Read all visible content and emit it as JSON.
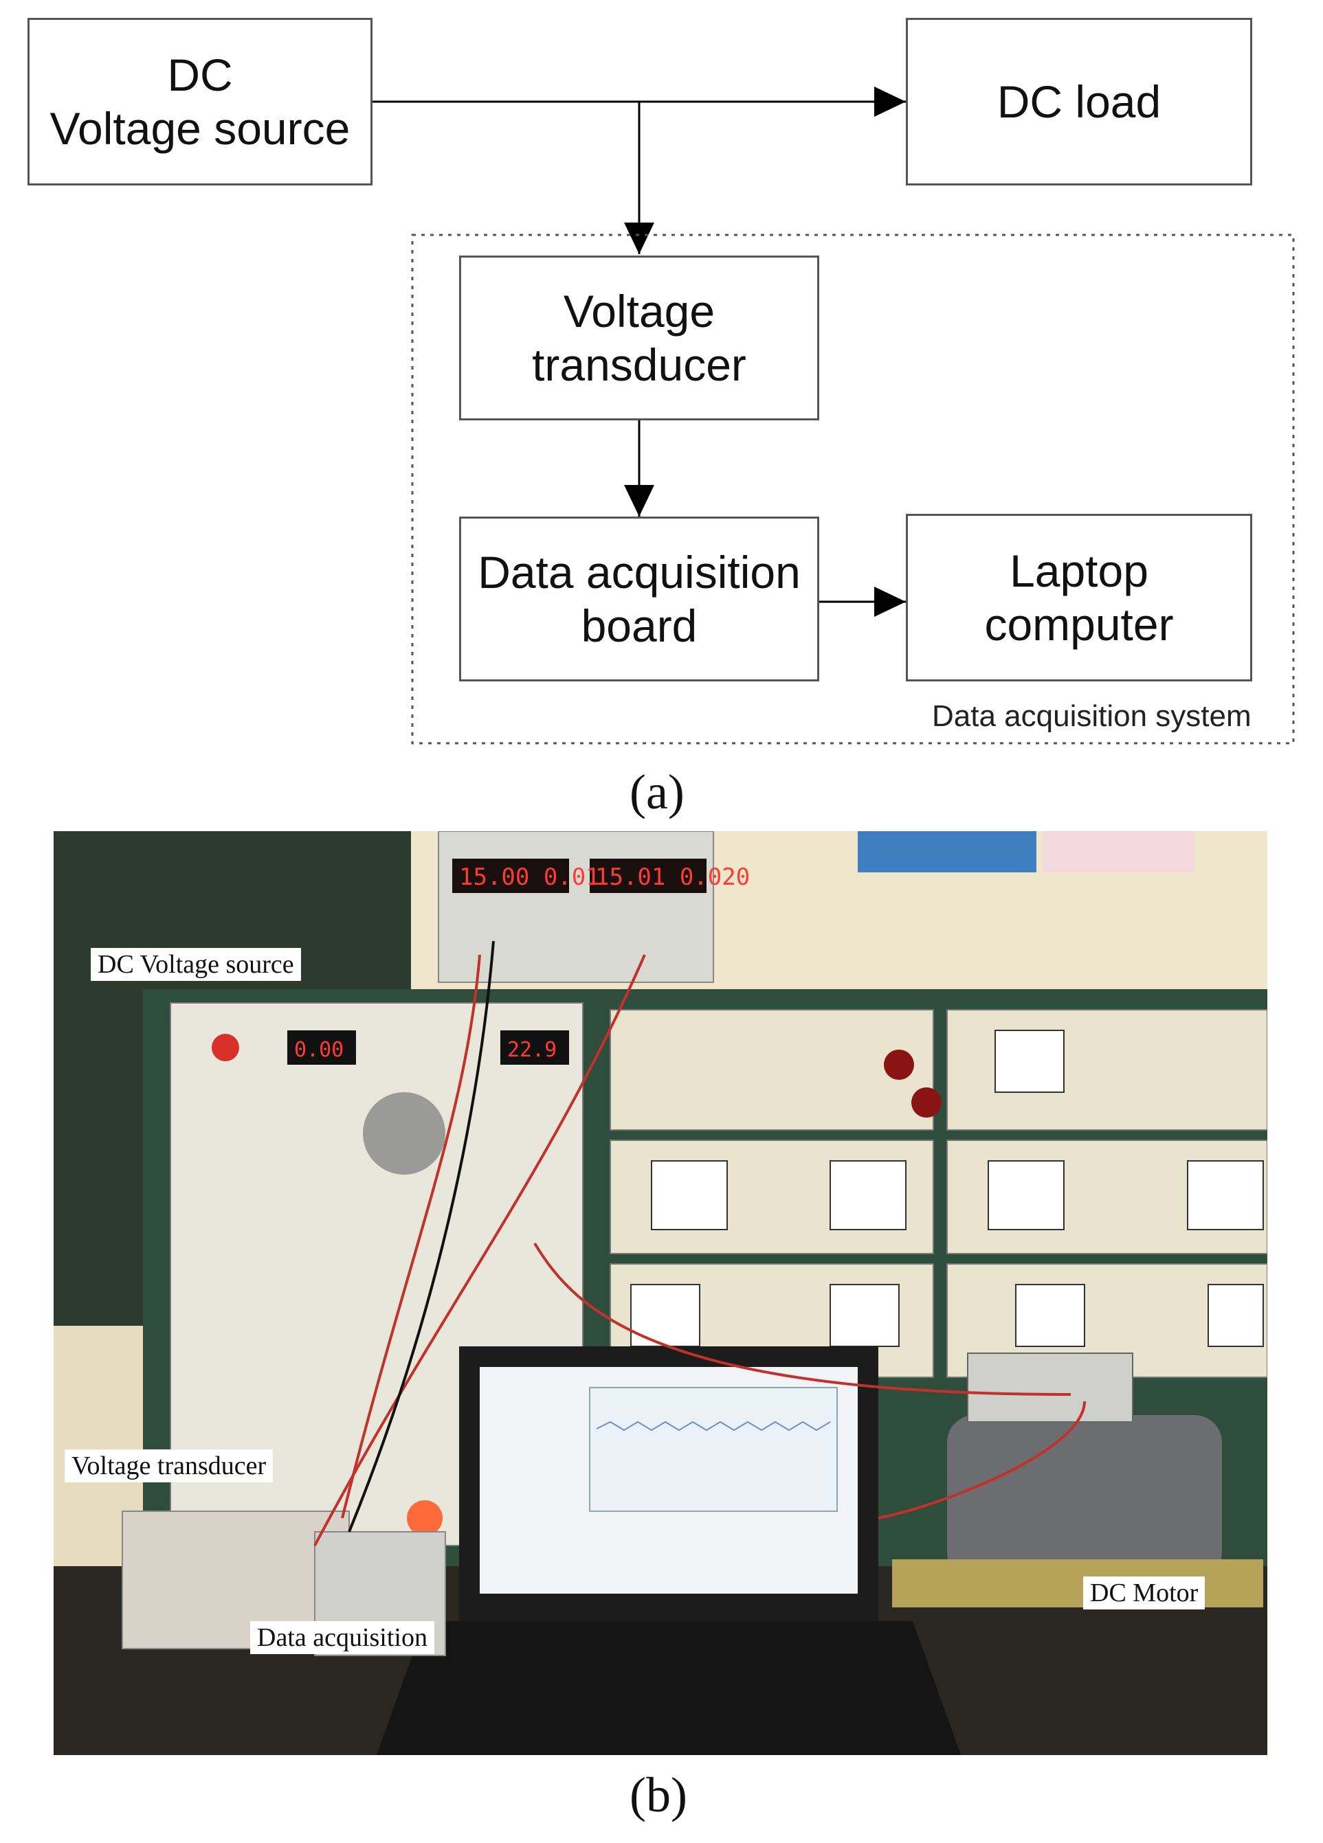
{
  "diagram": {
    "blocks": {
      "dc_source": [
        "DC",
        "Voltage source"
      ],
      "dc_load": [
        "DC load"
      ],
      "voltage_transducer": [
        "Voltage",
        "transducer"
      ],
      "daq_board": [
        "Data acquisition",
        "board"
      ],
      "laptop": [
        "Laptop",
        "computer"
      ]
    },
    "system_label": "Data acquisition system",
    "caption": "(a)"
  },
  "photo": {
    "labels": {
      "dc_source": "DC Voltage source",
      "voltage_transducer": "Voltage transducer",
      "data_acquisition": "Data acquisition",
      "dc_motor": "DC Motor"
    },
    "displays": {
      "psu_left": "15.00 0.01",
      "psu_right": "15.01 0.020",
      "meter_panel": "0.00",
      "meter_small": "22.9"
    },
    "caption": "(b)"
  }
}
